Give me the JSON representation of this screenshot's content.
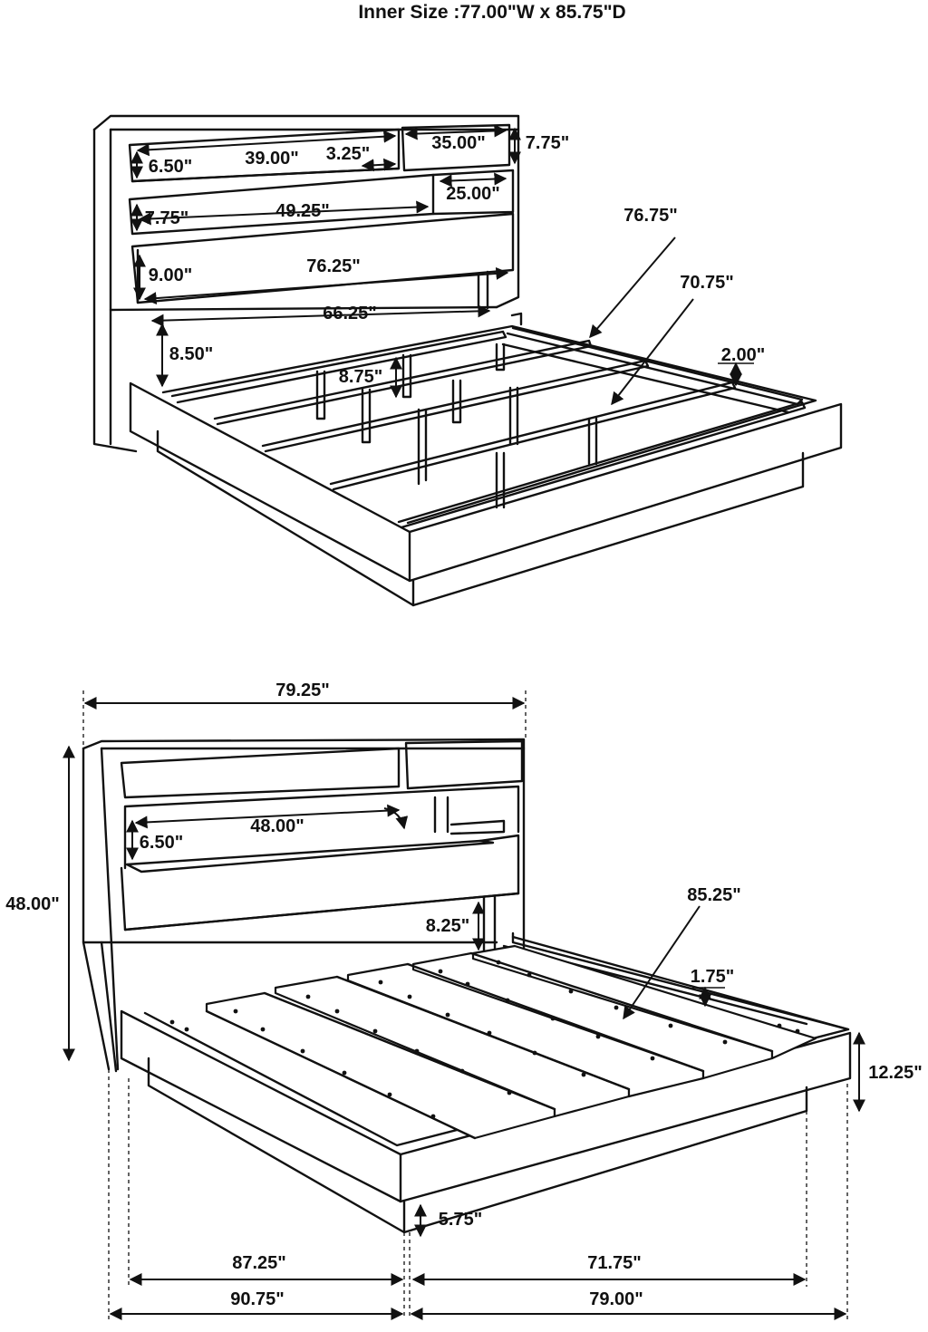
{
  "title": "Inner Size :77.00\"W x 85.75\"D",
  "top_view": {
    "headboard": {
      "shelf_height": "6.50\"",
      "shelf_width": "39.00\"",
      "divider": "3.25\"",
      "drawer_width": "35.00\"",
      "drawer_height": "7.75\"",
      "middle_height": "7.75\"",
      "middle_width": "49.25\"",
      "compartment_width": "25.00\"",
      "lower_height": "9.00\"",
      "lower_width": "76.25\"",
      "base_width": "66.25\"",
      "leg_height": "8.50\""
    },
    "frame": {
      "side_rail_length": "76.75\"",
      "inner_rail_length": "70.75\"",
      "rail_height": "8.75\"",
      "ledge_height": "2.00\""
    }
  },
  "bottom_view": {
    "overall_width": "79.25\"",
    "overall_height": "48.00\"",
    "shelf_height": "6.50\"",
    "shelf_width": "48.00\"",
    "riser_height": "8.25\"",
    "slat_length": "85.25\"",
    "slat_gap": "1.75\"",
    "footboard_height": "12.25\"",
    "base_clearance": "5.75\"",
    "inner_length": "87.25\"",
    "inner_width": "71.75\"",
    "overall_length": "90.75\"",
    "overall_frame_width": "79.00\""
  }
}
